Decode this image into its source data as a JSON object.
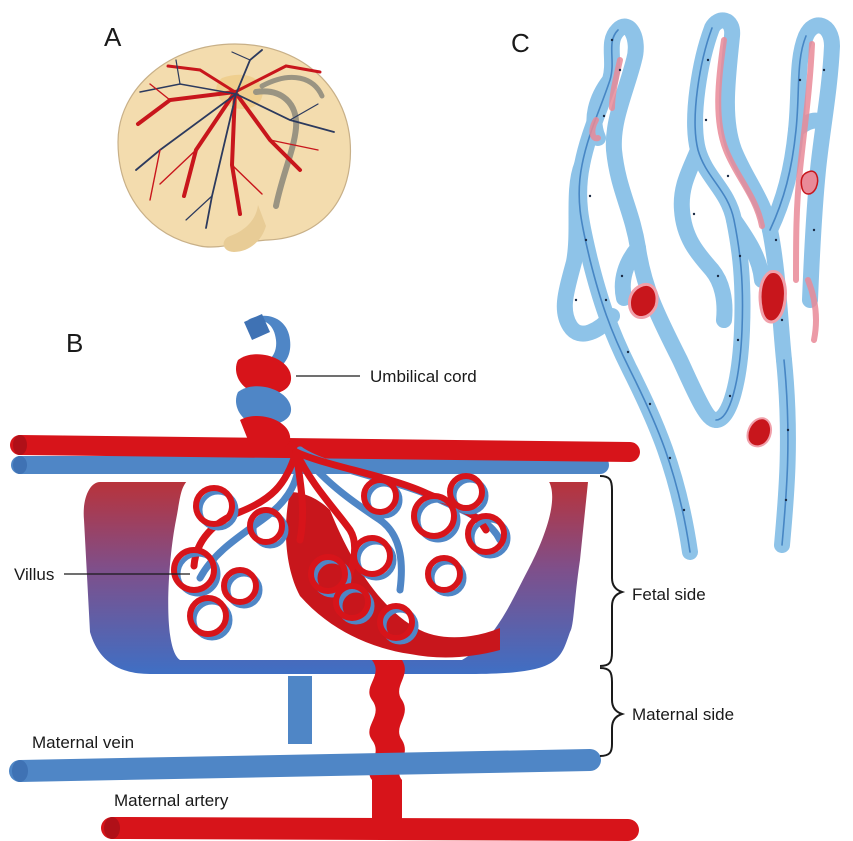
{
  "panels": {
    "a": {
      "letter": "A"
    },
    "b": {
      "letter": "B"
    },
    "c": {
      "letter": "C"
    }
  },
  "labels": {
    "umbilical_cord": "Umbilical cord",
    "villus": "Villus",
    "fetal_side": "Fetal side",
    "maternal_side": "Maternal side",
    "maternal_vein": "Maternal vein",
    "maternal_artery": "Maternal artery"
  },
  "colors": {
    "artery_red": "#d7141a",
    "vein_blue": "#4f86c6",
    "tissue_blue": "#8ec3e8",
    "placenta_beige": "#f3dcae",
    "capillary_pink": "#e98a98"
  }
}
